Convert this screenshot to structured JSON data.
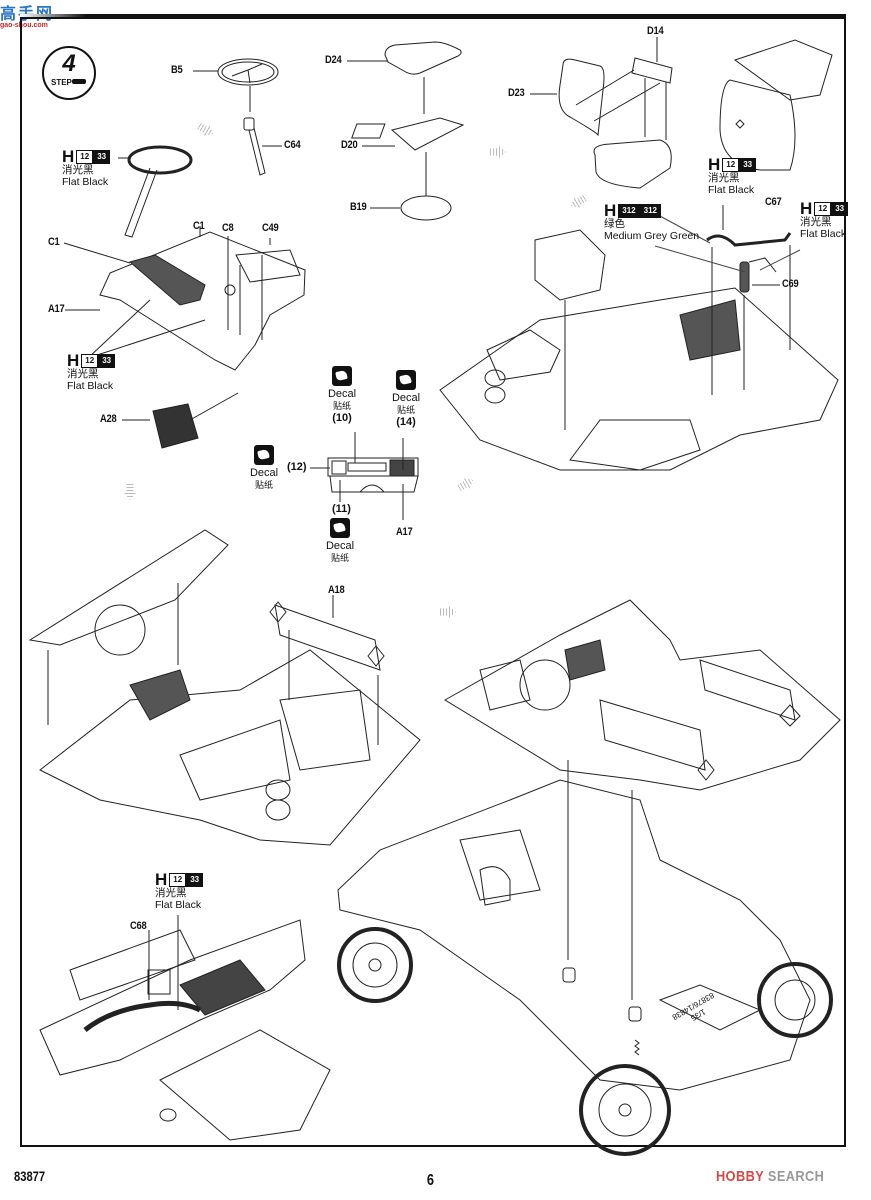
{
  "watermark": {
    "site_zh": "高手网",
    "site_url": "gao-shou.com"
  },
  "step": {
    "number": "4",
    "label": "STEP"
  },
  "paint_codes": {
    "flat_black": {
      "prefix": "H",
      "code_white": "12",
      "code_black": "33",
      "name_zh": "消光黑",
      "name_en": "Flat Black"
    },
    "medium_grey_green": {
      "prefix": "H",
      "code_white": "312",
      "code_black": "312",
      "name_zh": "绿色",
      "name_en": "Medium Grey Green"
    }
  },
  "decal": {
    "label_en": "Decal",
    "label_zh": "贴纸"
  },
  "sub_assemblies": {
    "steering": {
      "parts": [
        "B5",
        "C64"
      ]
    },
    "seat_pedestal": {
      "parts": [
        "D24",
        "D20",
        "B19"
      ]
    },
    "seat_back": {
      "parts": [
        "D14",
        "D23"
      ]
    },
    "dashboard": {
      "parts": [
        "C1",
        "C1",
        "C8",
        "C49",
        "A17",
        "A28"
      ]
    },
    "instrument_panel": {
      "part": "A17",
      "decals": [
        "(10)",
        "(14)",
        "(12)",
        "(11)"
      ]
    },
    "cabin_right": {
      "parts": [
        "C67",
        "C69"
      ]
    },
    "cabin_left": {
      "parts": [
        "A18"
      ]
    },
    "final": {
      "parts": [
        "C68"
      ]
    }
  },
  "labels": {
    "b5": "B5",
    "c64": "C64",
    "d24": "D24",
    "d20": "D20",
    "b19": "B19",
    "d14": "D14",
    "d23": "D23",
    "c1a": "C1",
    "c1b": "C1",
    "c8": "C8",
    "c49": "C49",
    "a17": "A17",
    "a28": "A28",
    "a17b": "A17",
    "c67": "C67",
    "c69": "C69",
    "a18": "A18",
    "c68": "C68",
    "decal10": "(10)",
    "decal14": "(14)",
    "decal12": "(12)",
    "decal11": "(11)"
  },
  "vehicle_plate": {
    "line1": "1/35",
    "line2": "83876/14838"
  },
  "footer": {
    "kit_number": "83877",
    "page_number": "6",
    "brand_mark": "HOBBY",
    "brand_suffix": " SEARCH"
  }
}
